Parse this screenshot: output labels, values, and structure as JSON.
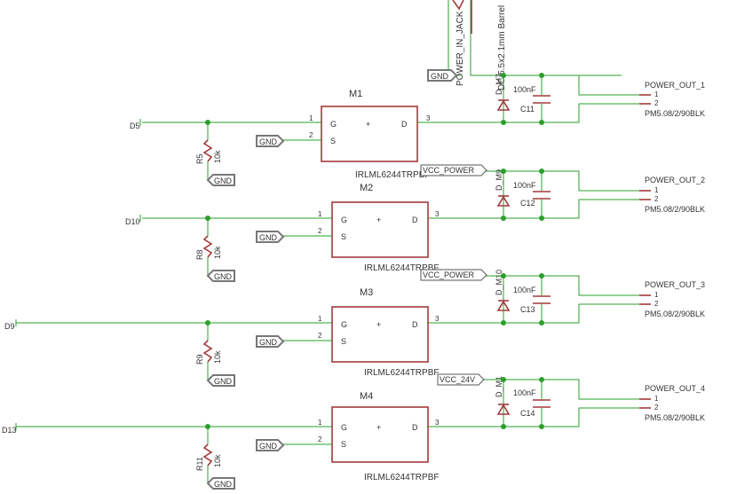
{
  "mosfets": [
    {
      "name": "M1",
      "value": "IRLML6244TRPBF",
      "signal": "D5",
      "gate_pin": "G",
      "source_pin": "S",
      "drain_pin": "D",
      "pin1": "1",
      "pin2": "2",
      "pin3": "3",
      "gnd": "GND",
      "plus": "+"
    },
    {
      "name": "M2",
      "value": "IRLML6244TRPBF",
      "signal": "D10",
      "gate_pin": "G",
      "source_pin": "S",
      "drain_pin": "D",
      "pin1": "1",
      "pin2": "2",
      "pin3": "3",
      "gnd": "GND",
      "plus": "+"
    },
    {
      "name": "M3",
      "value": "IRLML6244TRPBF",
      "signal": "D9",
      "gate_pin": "G",
      "source_pin": "S",
      "drain_pin": "D",
      "pin1": "1",
      "pin2": "2",
      "pin3": "3",
      "gnd": "GND",
      "plus": "+"
    },
    {
      "name": "M4",
      "value": "IRLML6244TRPBF",
      "signal": "D13",
      "gate_pin": "G",
      "source_pin": "S",
      "drain_pin": "D",
      "pin1": "1",
      "pin2": "2",
      "pin3": "3",
      "gnd": "GND",
      "plus": "+"
    }
  ],
  "resistors": [
    {
      "name": "R5",
      "value": "10k",
      "gnd": "GND"
    },
    {
      "name": "R8",
      "value": "10k",
      "gnd": "GND"
    },
    {
      "name": "R9",
      "value": "10k",
      "gnd": "GND"
    },
    {
      "name": "R11",
      "value": "10k",
      "gnd": "GND"
    }
  ],
  "diodes": [
    "D_M7",
    "D_M9",
    "D_M10",
    "D_M1"
  ],
  "capacitors": [
    {
      "name": "C11",
      "value": "100nF"
    },
    {
      "name": "C12",
      "value": "100nF"
    },
    {
      "name": "C13",
      "value": "100nF"
    },
    {
      "name": "C14",
      "value": "100nF"
    }
  ],
  "outputs": [
    {
      "name": "POWER_OUT_1",
      "pin1": "1",
      "pin2": "2",
      "part": "PM5.08/2/90BLK"
    },
    {
      "name": "POWER_OUT_2",
      "pin1": "1",
      "pin2": "2",
      "part": "PM5.08/2/90BLK"
    },
    {
      "name": "POWER_OUT_3",
      "pin1": "1",
      "pin2": "2",
      "part": "PM5.08/2/90BLK"
    },
    {
      "name": "POWER_OUT_4",
      "pin1": "1",
      "pin2": "2",
      "part": "PM5.08/2/90BLK"
    }
  ],
  "rail_labels": [
    "",
    "VCC_POWER",
    "VCC_POWER",
    "VCC_24V"
  ],
  "jack": {
    "name": "POWER_IN_JACK",
    "part": "DC 5.5x2.1mm Barrel",
    "gnd": "GND"
  }
}
